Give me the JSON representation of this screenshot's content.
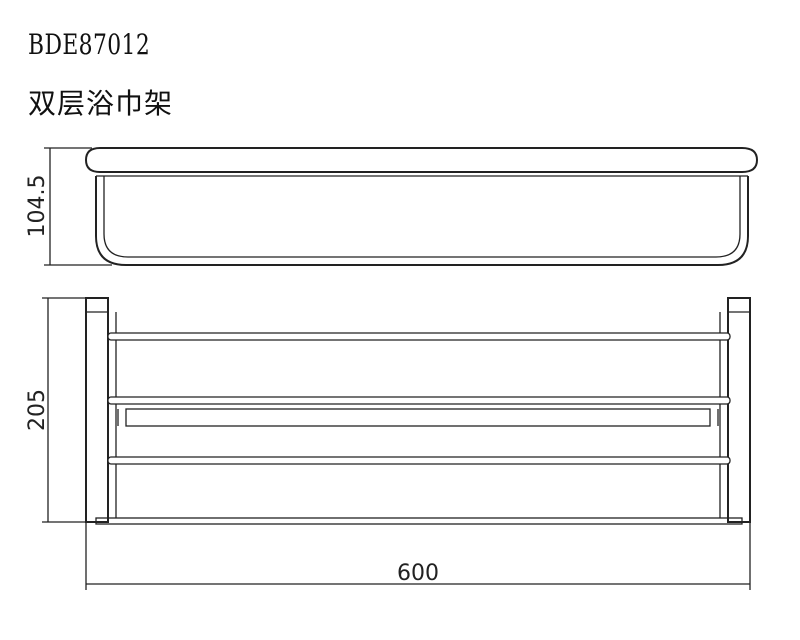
{
  "title": {
    "model": "BDE87012",
    "name": "双层浴巾架"
  },
  "dimensions": {
    "height": "104.5",
    "depth": "205",
    "width": "600"
  }
}
